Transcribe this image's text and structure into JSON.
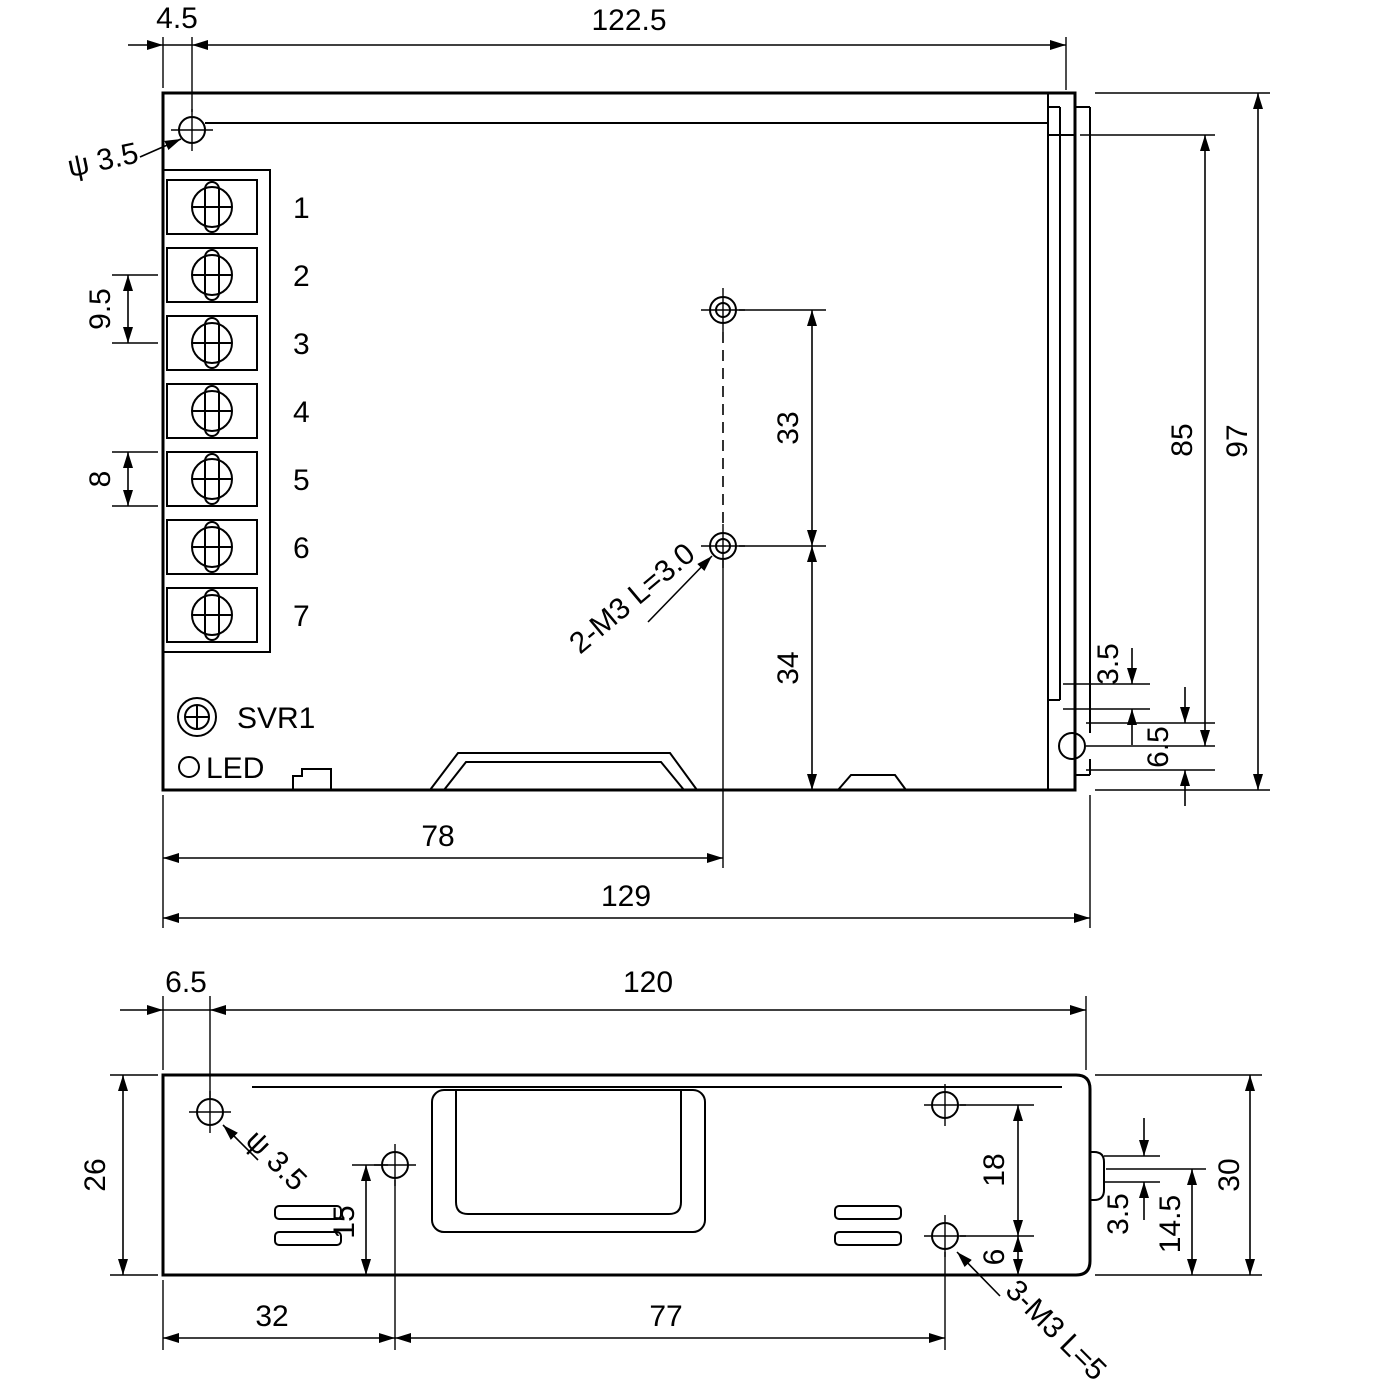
{
  "colors": {
    "background": "#ffffff",
    "line": "#000000"
  },
  "top_view": {
    "hole_note": "ψ 3.5",
    "dim_4_5": "4.5",
    "dim_122_5": "122.5",
    "dim_9_5": "9.5",
    "dim_8": "8",
    "terminals": [
      "1",
      "2",
      "3",
      "4",
      "5",
      "6",
      "7"
    ],
    "svr_label": "SVR1",
    "led_label": "LED",
    "m3_note": "2-M3 L=3.0",
    "dim_33": "33",
    "dim_34": "34",
    "dim_85": "85",
    "dim_97": "97",
    "dim_3_5": "3.5",
    "dim_6_5": "6.5",
    "dim_78": "78",
    "dim_129": "129"
  },
  "side_view": {
    "hole_note": "ψ 3.5",
    "dim_6_5": "6.5",
    "dim_120": "120",
    "dim_26": "26",
    "dim_15": "15",
    "dim_18": "18",
    "dim_6": "6",
    "m3_note": "3-M3 L=5",
    "dim_3_5": "3.5",
    "dim_14_5": "14.5",
    "dim_30": "30",
    "dim_32": "32",
    "dim_77": "77"
  }
}
